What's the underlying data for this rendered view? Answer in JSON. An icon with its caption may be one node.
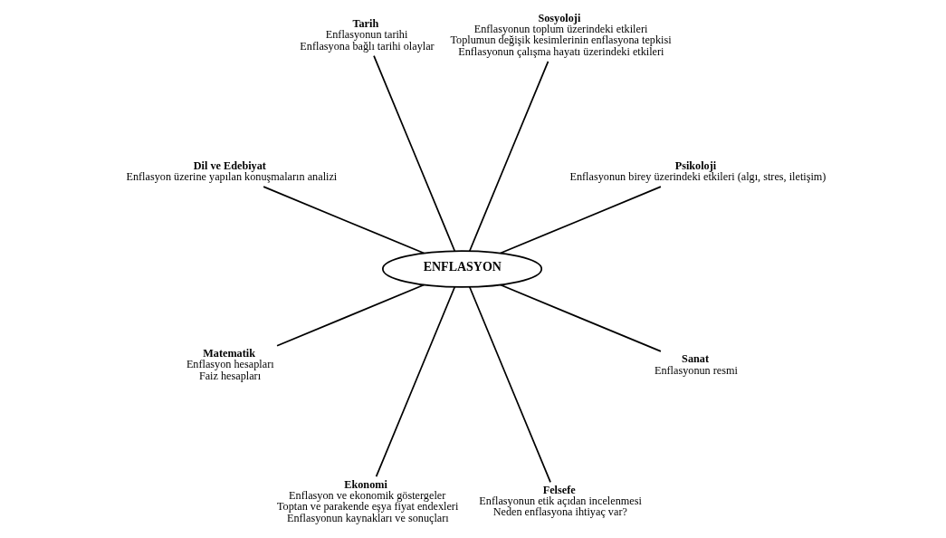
{
  "diagram": {
    "nodes": [
      {
        "text": [
          "ENFLASYON"
        ]
      },
      {
        "text": [
          "Psikoloji",
          "Enflasyonun birey üzerindeki etkileri (algı, stres, iletişim)"
        ]
      },
      {
        "text": [
          "Sosyoloji",
          "Enflasyonun toplum üzerindeki etkileri",
          "Toplumun değişik kesimlerinin enflasyona tepkisi",
          "Enflasyonun çalışma hayatı üzerindeki etkileri"
        ]
      },
      {
        "text": [
          "Tarih",
          "Enflasyonun tarihi",
          "Enflasyona bağlı tarihi olaylar"
        ]
      },
      {
        "text": [
          "Dil ve Edebiyat",
          "Enflasyon üzerine yapılan konuşmaların analizi"
        ]
      },
      {
        "text": [
          "Matematik",
          "Enflasyon hesapları",
          "Faiz hesapları"
        ]
      },
      {
        "text": [
          "Ekonomi",
          "Enflasyon ve ekonomik göstergeler",
          "Toptan ve parakende eşya fiyat endexleri",
          "Enflasyonun kaynakları ve sonuçları"
        ]
      },
      {
        "text": [
          "Felsefe",
          "Enflasyonun etik açıdan incelenmesi",
          "Neden enflasyona ihtiyaç var?"
        ]
      },
      {
        "text": [
          "Sanat",
          "Enflasyonun resmi"
        ]
      }
    ],
    "edges": [
      {
        "from": 0,
        "to": 1,
        "arrow": "none"
      },
      {
        "from": 0,
        "to": 3,
        "arrow": "none"
      },
      {
        "from": 0,
        "to": 4,
        "arrow": "none"
      },
      {
        "from": 0,
        "to": 6,
        "arrow": "none"
      },
      {
        "from": 0,
        "to": 8,
        "arrow": "none"
      },
      {
        "from": 0,
        "to": 7,
        "arrow": "none"
      },
      {
        "from": 0,
        "to": 5,
        "arrow": "none"
      },
      {
        "from": 0,
        "to": 2,
        "arrow": "none"
      }
    ]
  }
}
